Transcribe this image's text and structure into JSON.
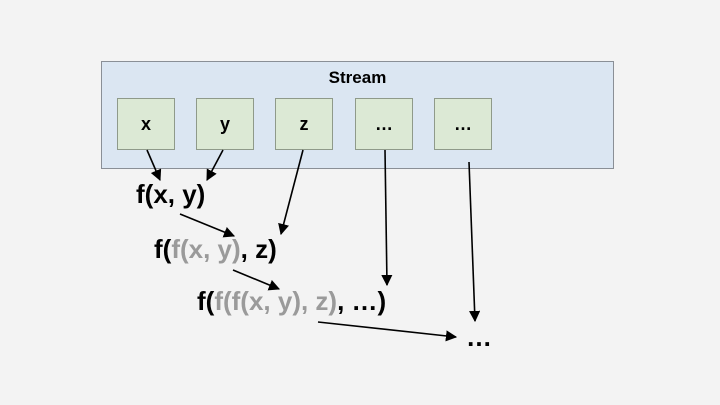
{
  "stream": {
    "title": "Stream",
    "elements": [
      "x",
      "y",
      "z",
      "…",
      "…"
    ]
  },
  "steps": [
    {
      "segments": [
        {
          "t": "f(x, y)",
          "muted": false
        }
      ]
    },
    {
      "segments": [
        {
          "t": "f(",
          "muted": false
        },
        {
          "t": "f(x, y)",
          "muted": true
        },
        {
          "t": ", z)",
          "muted": false
        }
      ]
    },
    {
      "segments": [
        {
          "t": "f(",
          "muted": false
        },
        {
          "t": "f(f(x, y), z)",
          "muted": true
        },
        {
          "t": ", …)",
          "muted": false
        }
      ]
    }
  ],
  "final": "…",
  "colors": {
    "stream_fill": "#dbe6f2",
    "element_fill": "#dce9d5",
    "muted_text": "#9a9a9a"
  }
}
